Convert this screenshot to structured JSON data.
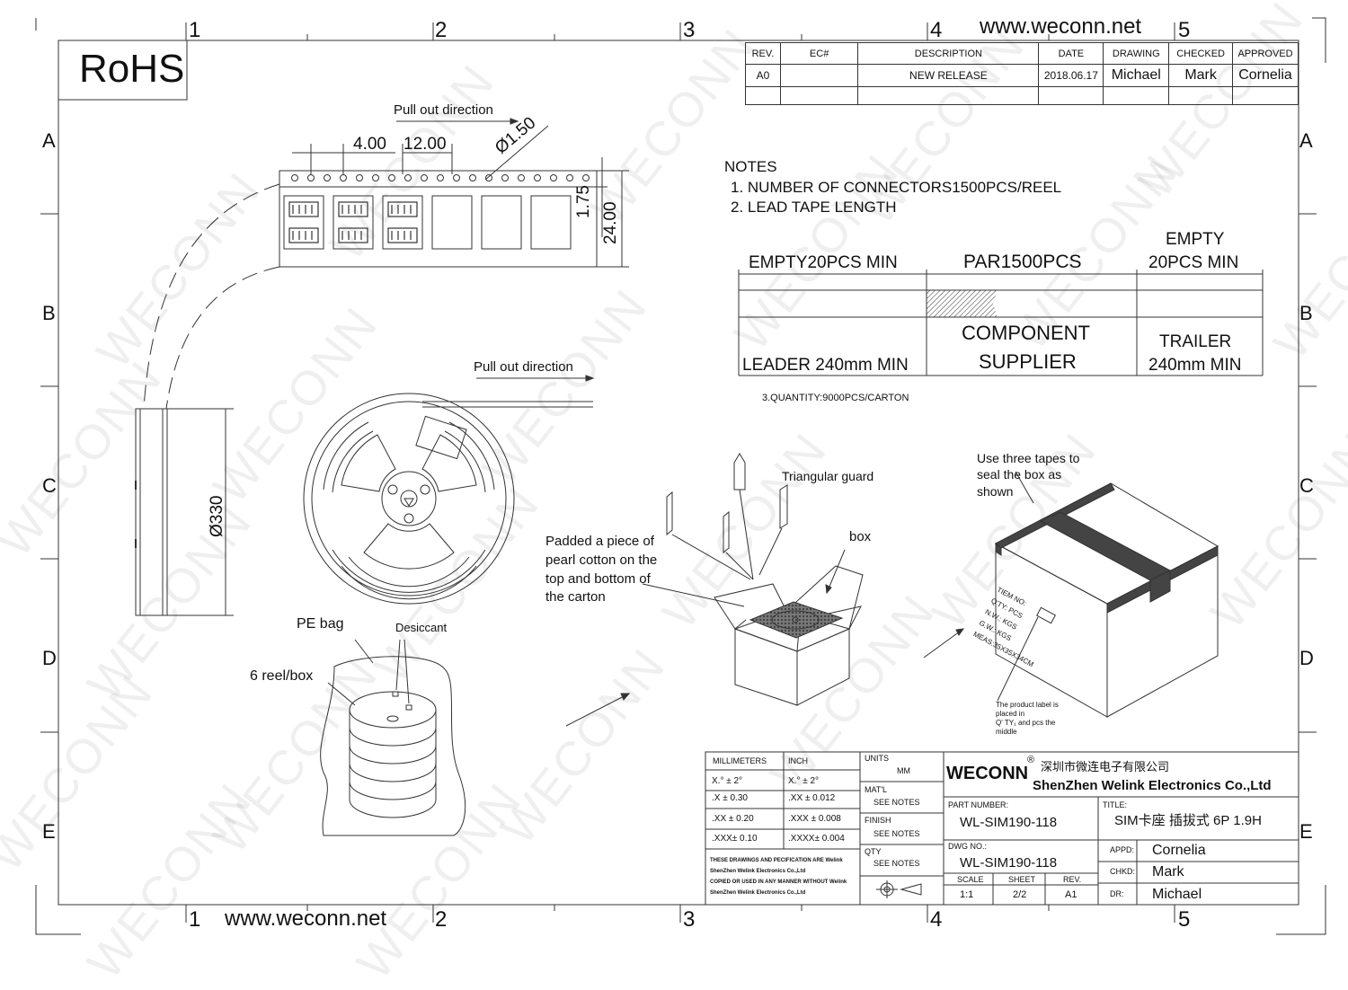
{
  "border": {
    "col_numbers_top": [
      "1",
      "2",
      "3",
      "4",
      "5"
    ],
    "col_numbers_bottom": [
      "1",
      "2",
      "3",
      "4",
      "5"
    ],
    "row_letters": [
      "A",
      "B",
      "C",
      "D",
      "E"
    ],
    "website_top": "www.weconn.net",
    "website_bottom": "www.weconn.net",
    "rohs": "RoHS",
    "watermark": "WECONN"
  },
  "revision_table": {
    "headers": [
      "REV.",
      "EC#",
      "DESCRIPTION",
      "DATE",
      "DRAWING",
      "CHECKED",
      "APPROVED"
    ],
    "rows": [
      [
        "A0",
        "",
        "NEW RELEASE",
        "2018.06.17",
        "Michael",
        "Mark",
        "Cornelia"
      ]
    ]
  },
  "tape": {
    "pull_out": "Pull out direction",
    "dim_pitch_hole": "4.00",
    "dim_pitch_pocket": "12.00",
    "dim_hole_dia": "Ø1.50",
    "dim_edge": "1.75",
    "dim_width": "24.00"
  },
  "reel": {
    "pull_out": "Pull out direction",
    "dim_dia": "Ø330"
  },
  "notes": {
    "title": "NOTES",
    "items": [
      "1. NUMBER OF CONNECTORS1500PCS/REEL",
      "2. LEAD TAPE LENGTH"
    ],
    "quantity": "3.QUANTITY:9000PCS/CARTON"
  },
  "lead_tape": {
    "empty_left": "EMPTY20PCS MIN",
    "par": "PAR1500PCS",
    "empty_right_1": "EMPTY",
    "empty_right_2": "20PCS MIN",
    "leader": "LEADER 240mm MIN",
    "component_1": "COMPONENT",
    "component_2": "SUPPLIER",
    "trailer_1": "TRAILER",
    "trailer_2": "240mm MIN"
  },
  "packing": {
    "pe_bag": "PE bag",
    "desiccant": "Desiccant",
    "reel_box": "6 reel/box",
    "triangular_guard": "Triangular guard",
    "box": "box",
    "padded": [
      "Padded a piece of",
      "pearl cotton on the",
      "top and bottom of",
      "the carton"
    ],
    "tapes": [
      "Use three tapes to",
      "seal the box as",
      "shown"
    ],
    "label_lines": [
      "TIEM NO:",
      "Q'TY:   PCS",
      "N.W.:    KGS",
      "G.W.:    KGS",
      "MEAS:35X35X34CM"
    ],
    "label_note": [
      "The product label is",
      "placed in",
      "Q' TY₁  and pcs the",
      "middle"
    ]
  },
  "title_block": {
    "tol_head": [
      "MILLIMETERS",
      "INCH"
    ],
    "tol_rows": [
      [
        "X.°  ±  2°",
        "X.°  ±  2°"
      ],
      [
        ".X    ± 0.30",
        ".XX    ± 0.012"
      ],
      [
        ".XX  ± 0.20",
        ".XXX  ± 0.008"
      ],
      [
        ".XXX±  0.10",
        ".XXXX±  0.004"
      ]
    ],
    "disclaimer": [
      "THESE DRAWINGS AND PECIFICATION ARE Welink",
      "ShenZhen Welink Electronics Co.,Ltd",
      "COPIED OR USED IN ANY MANNER WITHOUT Welink",
      "ShenZhen Welink Electronics Co.,Ltd"
    ],
    "units_label": "UNITS",
    "units_value": "MM",
    "matl_label": "MAT'L",
    "matl_value": "SEE NOTES",
    "finish_label": "FINISH",
    "finish_value": "SEE NOTES",
    "qty_label": "QTY",
    "qty_value": "SEE NOTES",
    "brand": "WECONN",
    "reg": "®",
    "company_cn": "深圳市微连电子有限公司",
    "company_en": "ShenZhen Welink Electronics Co.,Ltd",
    "part_number_label": "PART NUMBER:",
    "part_number": "WL-SIM190-118",
    "title_label": "TITLE:",
    "title": "SIM卡座 插拔式 6P 1.9H",
    "dwg_label": "DWG NO.:",
    "dwg_no": "WL-SIM190-118",
    "scale_label": "SCALE",
    "sheet_label": "SHEET",
    "rev_label": "REV.",
    "scale": "1:1",
    "sheet": "2/2",
    "rev": "A1",
    "appd_label": "APPD:",
    "appd": "Cornelia",
    "chkd_label": "CHKD:",
    "chkd": "Mark",
    "dr_label": "DR:",
    "dr": "Michael"
  }
}
